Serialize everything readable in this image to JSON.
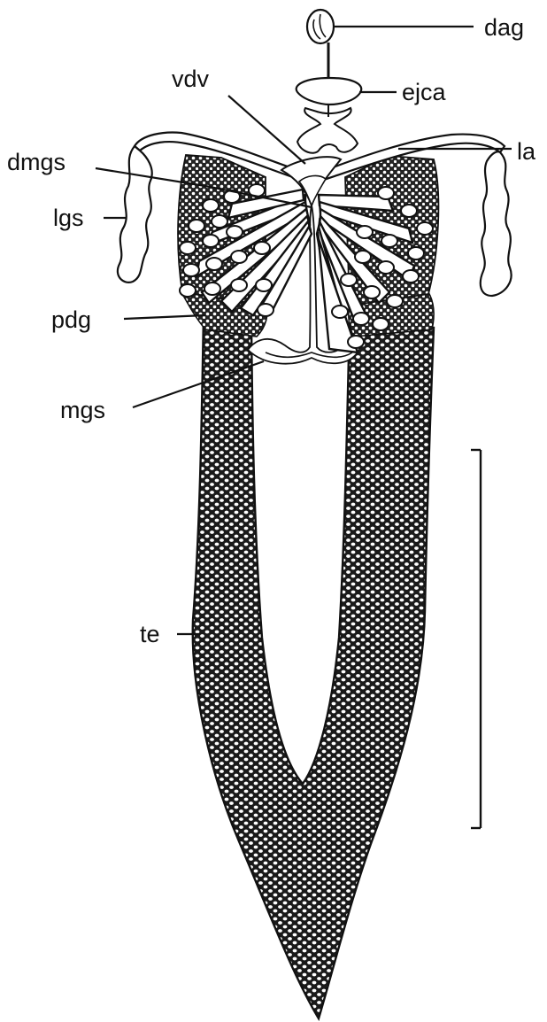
{
  "figure": {
    "labels": {
      "dag": "dag",
      "ejca": "ejca",
      "vdv": "vdv",
      "la": "la",
      "dmgs": "dmgs",
      "lgs": "lgs",
      "pdg": "pdg",
      "mgs": "mgs",
      "te": "te"
    },
    "colors": {
      "ink": "#111111",
      "background": "#ffffff"
    }
  }
}
